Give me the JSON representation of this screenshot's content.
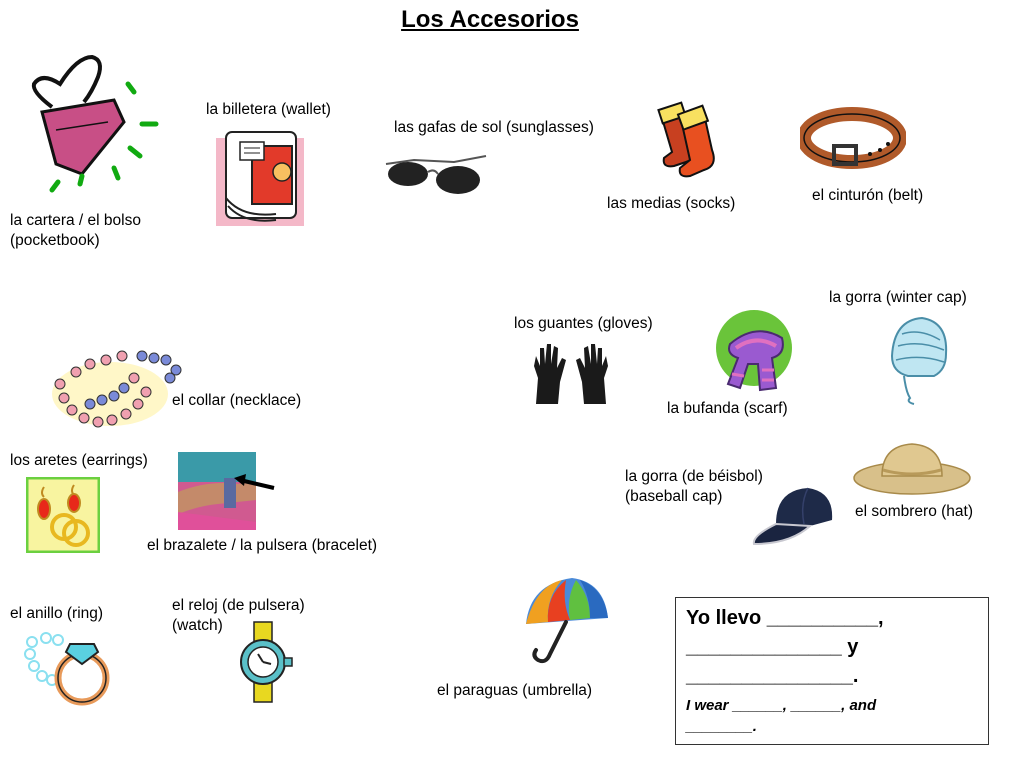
{
  "title": "Los Accesorios",
  "items": {
    "pocketbook": {
      "line1": "la cartera / el bolso",
      "line2": "(pocketbook)"
    },
    "wallet": "la billetera (wallet)",
    "sunglasses": "las gafas de sol (sunglasses)",
    "socks": "las medias (socks)",
    "belt": "el cinturón (belt)",
    "winter_cap": "la gorra (winter cap)",
    "gloves": "los guantes (gloves)",
    "scarf": "la bufanda (scarf)",
    "necklace": "el collar (necklace)",
    "earrings": "los aretes (earrings)",
    "bracelet": "el brazalete /  la pulsera (bracelet)",
    "baseball_cap": {
      "line1": "la gorra (de béisbol)",
      "line2": "(baseball cap)"
    },
    "hat": "el sombrero (hat)",
    "ring": "el anillo (ring)",
    "watch": {
      "line1": "el reloj (de pulsera)",
      "line2": "(watch)"
    },
    "umbrella": "el paraguas (umbrella)"
  },
  "sentence_box": {
    "line1": "Yo llevo __________,",
    "line2": "______________ y",
    "line3": "_______________.",
    "line4": "I wear ______, ______, and",
    "line5": "________."
  },
  "icons": {
    "pocketbook": "purse-icon",
    "wallet": "wallet-icon",
    "sunglasses": "sunglasses-icon",
    "socks": "socks-icon",
    "belt": "belt-icon",
    "winter_cap": "winter-cap-icon",
    "gloves": "gloves-icon",
    "scarf": "scarf-icon",
    "necklace": "necklace-icon",
    "earrings": "earrings-icon",
    "bracelet": "bracelet-photo",
    "baseball_cap": "baseball-cap-icon",
    "hat": "sun-hat-icon",
    "ring": "ring-icon",
    "watch": "watch-icon",
    "umbrella": "umbrella-icon"
  }
}
